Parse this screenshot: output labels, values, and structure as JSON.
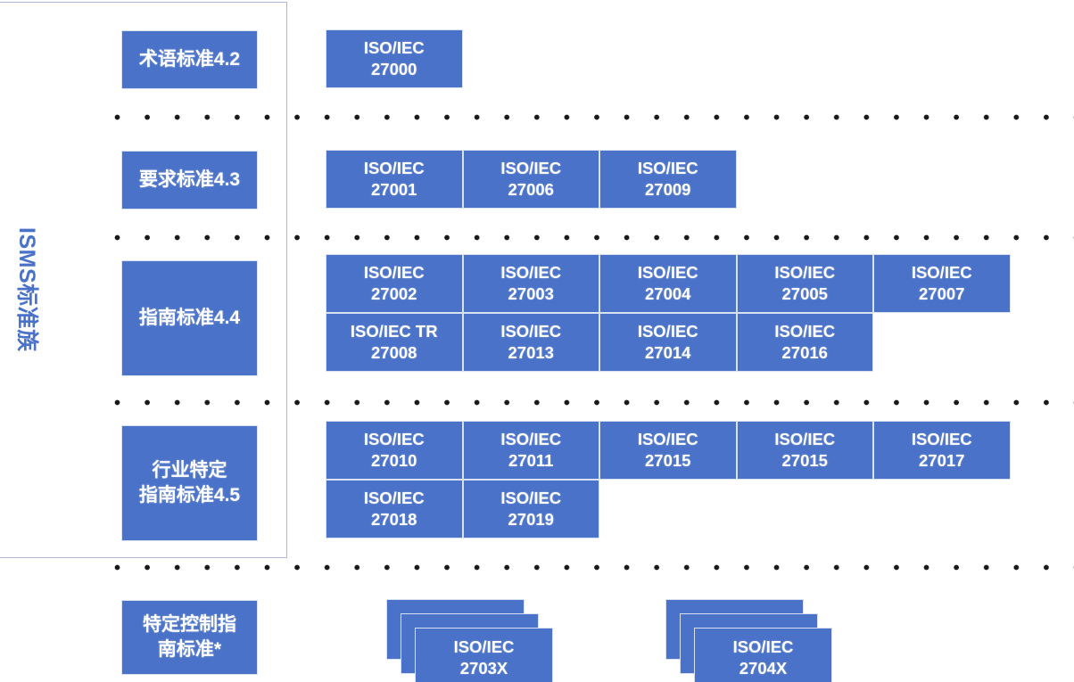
{
  "diagram": {
    "title": "ISMS 标准族",
    "vertical_label": "ISMS标准族",
    "accent_color": "#4A72C8",
    "box_border_color": "#d9e2f3",
    "container_border_color": "#aab8d6",
    "text_color": "#ffffff"
  },
  "rows": [
    {
      "id": "terminology",
      "category_label": "术语标准4.2",
      "grid": [
        [
          "ISO/IEC\n27000"
        ]
      ],
      "lines": [
        [
          {
            "top": "ISO/IEC",
            "bottom": "27000"
          }
        ]
      ]
    },
    {
      "id": "requirements",
      "category_label": "要求标准4.3",
      "lines": [
        [
          {
            "top": "ISO/IEC",
            "bottom": "27001"
          },
          {
            "top": "ISO/IEC",
            "bottom": "27006"
          },
          {
            "top": "ISO/IEC",
            "bottom": "27009"
          }
        ]
      ]
    },
    {
      "id": "guidance",
      "category_label": "指南标准4.4",
      "lines": [
        [
          {
            "top": "ISO/IEC",
            "bottom": "27002"
          },
          {
            "top": "ISO/IEC",
            "bottom": "27003"
          },
          {
            "top": "ISO/IEC",
            "bottom": "27004"
          },
          {
            "top": "ISO/IEC",
            "bottom": "27005"
          },
          {
            "top": "ISO/IEC",
            "bottom": "27007"
          }
        ],
        [
          {
            "top": "ISO/IEC TR",
            "bottom": "27008"
          },
          {
            "top": "ISO/IEC",
            "bottom": "27013"
          },
          {
            "top": "ISO/IEC",
            "bottom": "27014"
          },
          {
            "top": "ISO/IEC",
            "bottom": "27016"
          },
          {
            "blank": true
          }
        ]
      ]
    },
    {
      "id": "sector-specific",
      "category_label_line1": "行业特定",
      "category_label_line2": "指南标准4.5",
      "lines": [
        [
          {
            "top": "ISO/IEC",
            "bottom": "27010"
          },
          {
            "top": "ISO/IEC",
            "bottom": "27011"
          },
          {
            "top": "ISO/IEC",
            "bottom": "27015"
          },
          {
            "top": "ISO/IEC",
            "bottom": "27015"
          },
          {
            "top": "ISO/IEC",
            "bottom": "27017"
          }
        ],
        [
          {
            "top": "ISO/IEC",
            "bottom": "27018"
          },
          {
            "top": "ISO/IEC",
            "bottom": "27019"
          },
          {
            "blank": true
          },
          {
            "blank": true
          },
          {
            "blank": true
          }
        ]
      ]
    },
    {
      "id": "control-specific",
      "category_label_line1": "特定控制指",
      "category_label_line2": "南标准*",
      "stacks": [
        {
          "top": "ISO/IEC",
          "bottom": "2703X",
          "layers": 3
        },
        {
          "top": "ISO/IEC",
          "bottom": "2704X",
          "layers": 3
        }
      ]
    }
  ]
}
